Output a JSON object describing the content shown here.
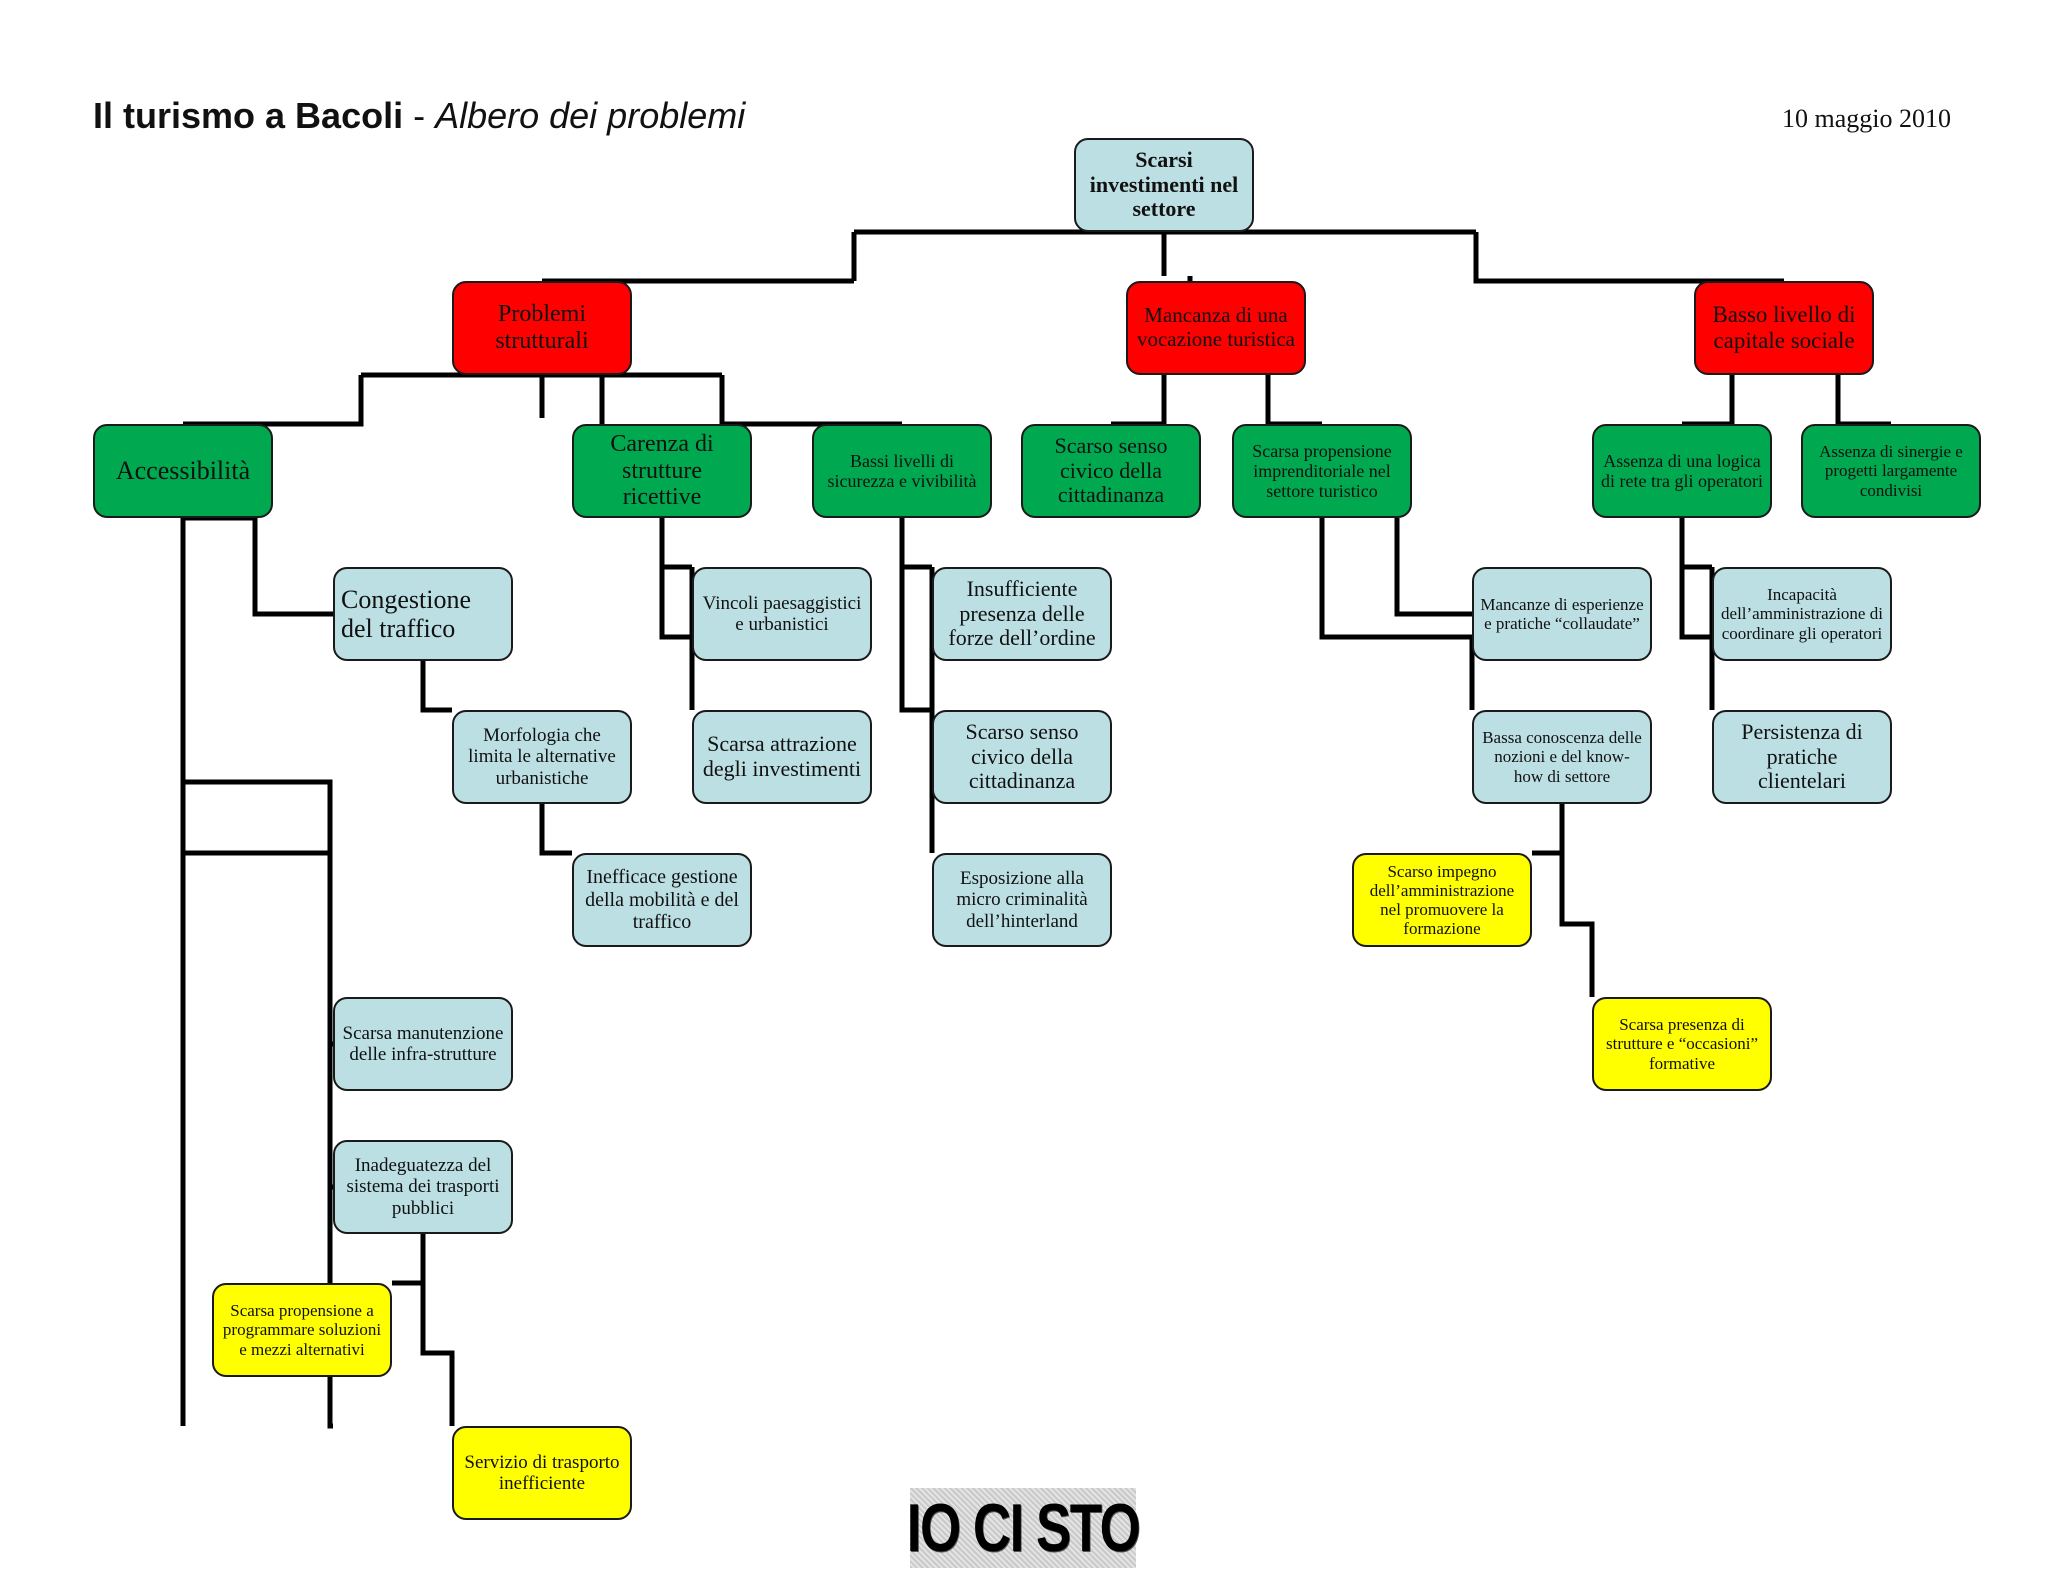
{
  "header": {
    "title_main": "Il turismo a Bacoli",
    "title_sep": " - ",
    "title_sub": "Albero dei problemi",
    "date": "10 maggio 2010"
  },
  "colors": {
    "blue": "#bcdfe3",
    "red": "#ff0000",
    "green": "#00a84f",
    "yellow": "#ffff00",
    "line": "#000000"
  },
  "nodes": {
    "root": {
      "text": "Scarsi investimenti nel settore",
      "color": "blue"
    },
    "n_problemi_strutturali": {
      "text": "Problemi strutturali",
      "color": "red"
    },
    "n_mancanza_vocazione": {
      "text": "Mancanza di una vocazione turistica",
      "color": "red"
    },
    "n_basso_capitale": {
      "text": "Basso livello di capitale sociale",
      "color": "red"
    },
    "n_accessibilita": {
      "text": "Accessibilità",
      "color": "green"
    },
    "n_carenza_strutture": {
      "text": "Carenza di strutture ricettive",
      "color": "green"
    },
    "n_bassi_livelli": {
      "text": "Bassi livelli di sicurezza e vivibilità",
      "color": "green"
    },
    "n_scarso_senso_civico_g": {
      "text": "Scarso senso civico della cittadinanza",
      "color": "green"
    },
    "n_scarsa_propensione": {
      "text": "Scarsa propensione imprenditoriale nel settore turistico",
      "color": "green"
    },
    "n_assenza_logica": {
      "text": "Assenza di una logica di rete tra gli operatori",
      "color": "green"
    },
    "n_assenza_sinergie": {
      "text": "Assenza di sinergie  e progetti largamente condivisi",
      "color": "green"
    },
    "n_congestione": {
      "text": "Congestione del traffico",
      "color": "blue"
    },
    "n_morfologia": {
      "text": "Morfologia che limita le alternative urbanistiche",
      "color": "blue"
    },
    "n_inefficace": {
      "text": "Inefficace gestione della mobilità e del traffico",
      "color": "blue"
    },
    "n_manutenzione": {
      "text": "Scarsa manutenzione delle infra-strutture",
      "color": "blue"
    },
    "n_inadeguatezza": {
      "text": "Inadeguatezza del sistema dei trasporti pubblici",
      "color": "blue"
    },
    "n_propensione_programmare": {
      "text": "Scarsa propensione a programmare soluzioni e mezzi alternativi",
      "color": "yellow"
    },
    "n_servizio_trasporto": {
      "text": "Servizio di trasporto inefficiente",
      "color": "yellow"
    },
    "n_vincoli": {
      "text": "Vincoli paesaggistici e urbanistici",
      "color": "blue"
    },
    "n_scarsa_attrazione": {
      "text": "Scarsa attrazione degli investimenti",
      "color": "blue"
    },
    "n_insufficiente_presenza": {
      "text": "Insufficiente presenza delle forze dell’ordine",
      "color": "blue"
    },
    "n_scarso_senso_civico_b": {
      "text": "Scarso senso civico della cittadinanza",
      "color": "blue"
    },
    "n_esposizione": {
      "text": "Esposizione alla micro criminalità dell’hinterland",
      "color": "blue"
    },
    "n_mancanze_esperienze": {
      "text": "Mancanze di esperienze e pratiche “collaudate”",
      "color": "blue"
    },
    "n_bassa_conoscenza": {
      "text": "Bassa conoscenza delle nozioni e del know-how di settore",
      "color": "blue"
    },
    "n_scarso_impegno": {
      "text": "Scarso impegno dell’amministrazione nel promuovere la formazione",
      "color": "yellow"
    },
    "n_scarsa_presenza": {
      "text": "Scarsa presenza di strutture e “occasioni” formative",
      "color": "yellow"
    },
    "n_incapacita": {
      "text": "Incapacità dell’amministrazione di coordinare gli operatori",
      "color": "blue"
    },
    "n_persistenza": {
      "text": "Persistenza di pratiche clientelari",
      "color": "blue"
    }
  },
  "edges": [
    [
      "root",
      "n_problemi_strutturali"
    ],
    [
      "root",
      "n_mancanza_vocazione"
    ],
    [
      "root",
      "n_basso_capitale"
    ],
    [
      "n_problemi_strutturali",
      "n_accessibilita"
    ],
    [
      "n_problemi_strutturali",
      "n_carenza_strutture"
    ],
    [
      "n_problemi_strutturali",
      "n_bassi_livelli"
    ],
    [
      "n_mancanza_vocazione",
      "n_scarso_senso_civico_g"
    ],
    [
      "n_mancanza_vocazione",
      "n_scarsa_propensione"
    ],
    [
      "n_basso_capitale",
      "n_assenza_logica"
    ],
    [
      "n_basso_capitale",
      "n_assenza_sinergie"
    ],
    [
      "n_accessibilita",
      "n_congestione"
    ],
    [
      "n_congestione",
      "n_morfologia"
    ],
    [
      "n_morfologia",
      "n_inefficace"
    ],
    [
      "n_accessibilita",
      "n_manutenzione"
    ],
    [
      "n_accessibilita",
      "n_inadeguatezza"
    ],
    [
      "n_inadeguatezza",
      "n_propensione_programmare"
    ],
    [
      "n_inadeguatezza",
      "n_servizio_trasporto"
    ],
    [
      "n_carenza_strutture",
      "n_vincoli"
    ],
    [
      "n_carenza_strutture",
      "n_scarsa_attrazione"
    ],
    [
      "n_bassi_livelli",
      "n_insufficiente_presenza"
    ],
    [
      "n_bassi_livelli",
      "n_scarso_senso_civico_b"
    ],
    [
      "n_bassi_livelli",
      "n_esposizione"
    ],
    [
      "n_scarsa_propensione",
      "n_mancanze_esperienze"
    ],
    [
      "n_scarsa_propensione",
      "n_bassa_conoscenza"
    ],
    [
      "n_bassa_conoscenza",
      "n_scarso_impegno"
    ],
    [
      "n_bassa_conoscenza",
      "n_scarsa_presenza"
    ],
    [
      "n_assenza_logica",
      "n_incapacita"
    ],
    [
      "n_assenza_logica",
      "n_persistenza"
    ]
  ],
  "logo": {
    "text": "IO CI STO"
  }
}
